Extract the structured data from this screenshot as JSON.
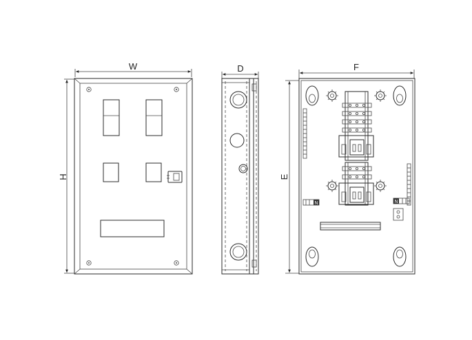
{
  "dimensions": {
    "width_label": "W",
    "height_label": "H",
    "depth_label": "D",
    "inner_width_label": "F",
    "inner_height_label": "E"
  },
  "terminal_labels": {
    "left": "N",
    "right": "N"
  }
}
